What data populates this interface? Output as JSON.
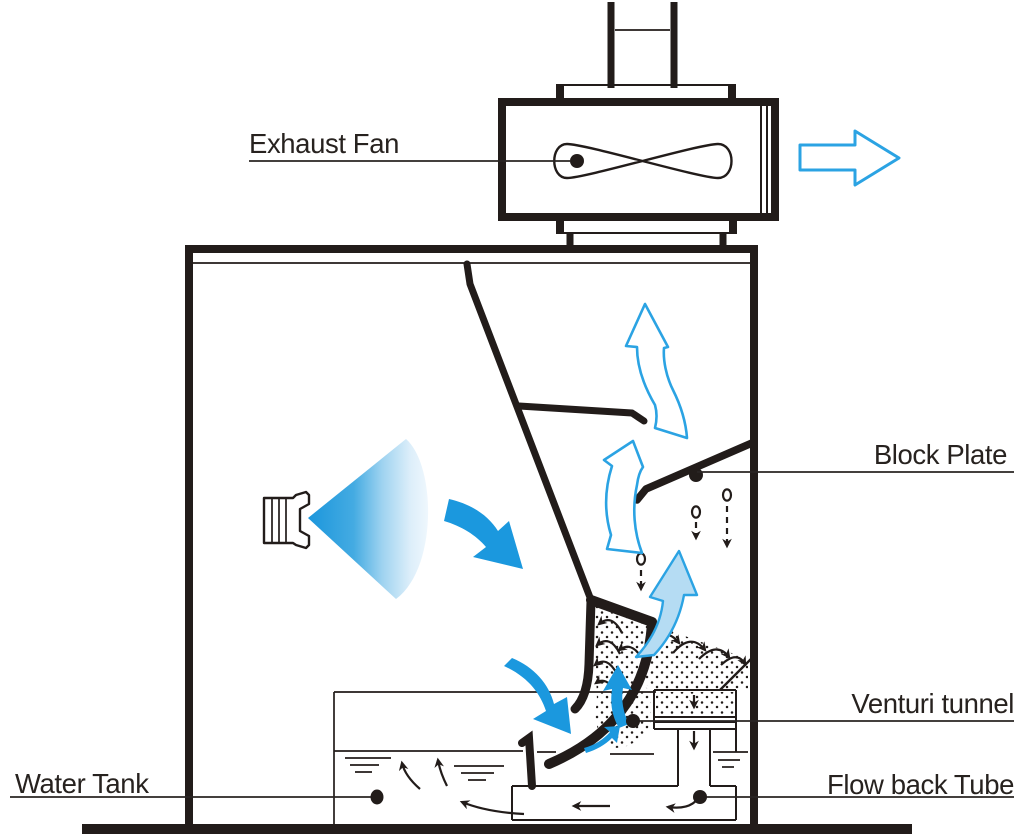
{
  "labels": {
    "exhaust_fan": "Exhaust Fan",
    "block_plate": "Block Plate",
    "venturi_tunnel": "Venturi tunnel",
    "flow_back_tube": "Flow back Tube",
    "water_tank": "Water Tank"
  },
  "icons": {
    "fan": "fan-blade-icon",
    "spray_gun": "spray-gun-icon",
    "droplet": "droplet-icon",
    "exhaust_flow": "arrow-right-outline-icon",
    "updraft": "arrow-up-outline-icon",
    "airflow": "curved-arrow-icon"
  },
  "colors": {
    "line": "#221c1a",
    "text": "#27221f",
    "accent_blue": "#1b98de",
    "accent_blue_light": "#b5dcf3",
    "outline_blue": "#2ba3e3",
    "background": "#ffffff"
  }
}
